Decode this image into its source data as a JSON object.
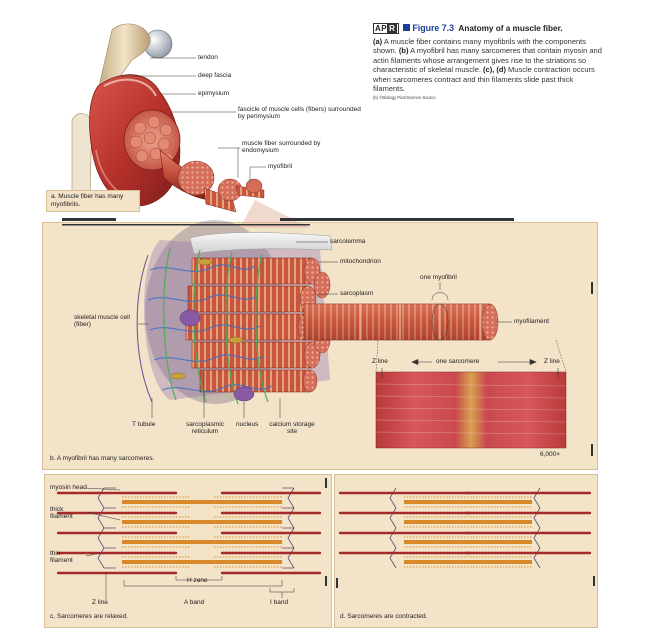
{
  "figure": {
    "apr_left": "AP",
    "apr_right": "R",
    "title": "Figure 7.3",
    "subtitle": "Anatomy of a muscle fiber.",
    "text_a_tag": "(a)",
    "text_a": " A muscle fiber contains many myofibrils with the components shown. ",
    "text_b_tag": "(b)",
    "text_b": " A myofibril has many sarcomeres that contain myosin and actin filaments whose arrangement gives rise to the striations so characteristic of skeletal muscle. ",
    "text_cd_tag": "(c), (d)",
    "text_cd": " Muscle contraction occurs when sarcomeres contract and thin filaments slide past thick filaments.",
    "credit": "(b) ©Biology Pics/Science Source"
  },
  "panel_a": {
    "labels": {
      "tendon": "tendon",
      "deep_fascia": "deep fascia",
      "epimysium": "epimysium",
      "fascicle": "fascicle of muscle cells (fibers) surrounded by perimysium",
      "muscle_fiber": "muscle fiber surrounded by endomysium",
      "myofibril": "myofibril"
    },
    "caption": "a. Muscle fiber has many myofibrils."
  },
  "panel_b": {
    "labels": {
      "sarcolemma": "sarcolemma",
      "mitochondrion": "mitochondrion",
      "sarcoplasm": "sarcoplasm",
      "one_myofibril": "one myofibril",
      "myofilament": "myofilament",
      "skeletal_muscle_cell": "skeletal muscle cell (fiber)",
      "z_line_left": "Z line",
      "one_sarcomere": "one sarcomere",
      "z_line_right": "Z line",
      "t_tubule": "T tubule",
      "sarcoplasmic_reticulum": "sarcoplasmic reticulum",
      "nucleus": "nucleus",
      "calcium": "calcium storage site",
      "magnification": "6,000×"
    },
    "caption": "b. A myofibril has many sarcomeres."
  },
  "panel_c": {
    "labels": {
      "myosin_head": "myosin head",
      "thick_filament": "thick filament",
      "thin_filament": "thin filament",
      "h_zone": "H zone",
      "z_line": "Z line",
      "a_band": "A band",
      "i_band": "I band"
    },
    "caption": "c. Sarcomeres are relaxed."
  },
  "panel_d": {
    "caption": "d. Sarcomeres are contracted."
  },
  "colors": {
    "panel_bg": "#f3e3c8",
    "muscle_red": "#b8322c",
    "muscle_dark": "#7e1d1a",
    "tendon": "#e9d6b4",
    "thick_orange": "#d9882a",
    "thin_red": "#a52a2a",
    "title_blue": "#1a3e9a"
  }
}
